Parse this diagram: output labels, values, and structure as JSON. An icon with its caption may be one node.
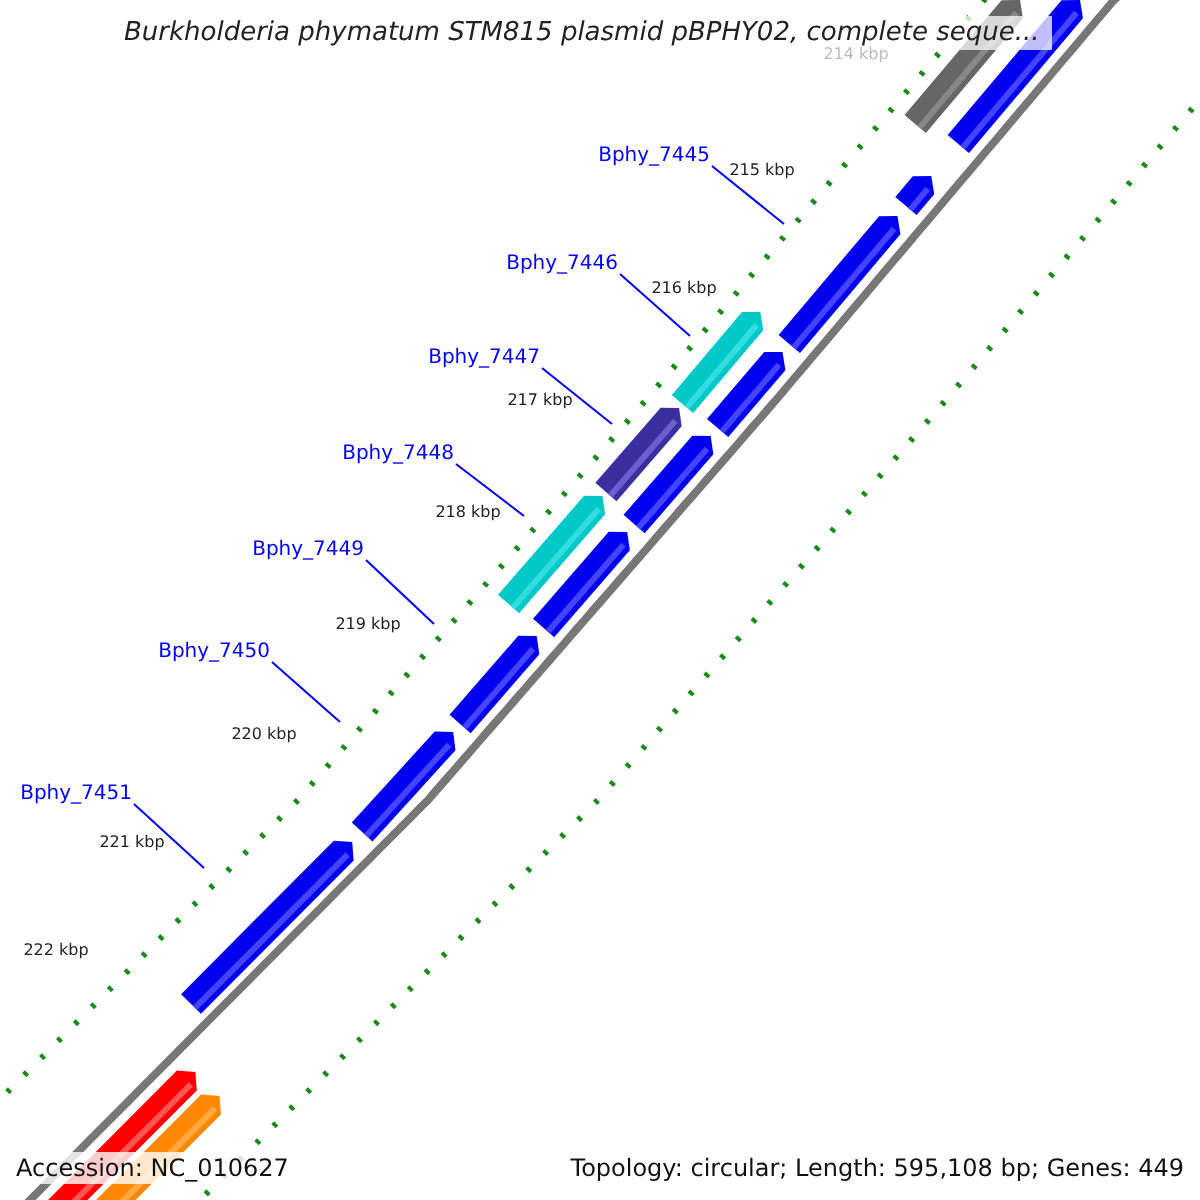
{
  "diagram": {
    "title": "Burkholderia phymatum STM815 plasmid pBPHY02, complete seque...",
    "nodes": [
      {
        "text": [
          "Bphy_7445"
        ]
      },
      {
        "text": [
          "Bphy_7446"
        ]
      },
      {
        "text": [
          "Bphy_7447"
        ]
      },
      {
        "text": [
          "Bphy_7448"
        ]
      },
      {
        "text": [
          "Bphy_7449"
        ]
      },
      {
        "text": [
          "Bphy_7450"
        ]
      },
      {
        "text": [
          "Bphy_7451"
        ]
      }
    ],
    "edges": [
      {
        "from": 0,
        "to": null,
        "arrow": "none"
      },
      {
        "from": 1,
        "to": null,
        "arrow": "none"
      },
      {
        "from": 2,
        "to": null,
        "arrow": "none"
      },
      {
        "from": 3,
        "to": null,
        "arrow": "none"
      },
      {
        "from": 4,
        "to": null,
        "arrow": "none"
      },
      {
        "from": 5,
        "to": null,
        "arrow": "none"
      },
      {
        "from": 6,
        "to": null,
        "arrow": "none"
      }
    ],
    "labels": [
      "214 kbp",
      "215 kbp",
      "216 kbp",
      "217 kbp",
      "218 kbp",
      "219 kbp",
      "220 kbp",
      "221 kbp",
      "222 kbp",
      "Accession: NC_010627",
      "Topology: circular; Length: 595,108 bp; Genes: 449"
    ]
  }
}
